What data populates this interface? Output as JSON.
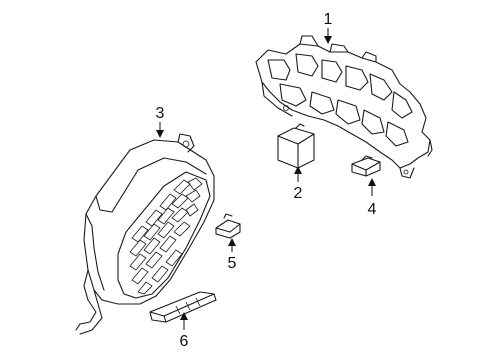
{
  "diagram": {
    "callouts": [
      {
        "id": "1",
        "label": "1",
        "part": "fuse-relay-block"
      },
      {
        "id": "2",
        "label": "2",
        "part": "relay"
      },
      {
        "id": "3",
        "label": "3",
        "part": "fuse-box-cover"
      },
      {
        "id": "4",
        "label": "4",
        "part": "fuse"
      },
      {
        "id": "5",
        "label": "5",
        "part": "mini-fuse"
      },
      {
        "id": "6",
        "label": "6",
        "part": "fuse-puller"
      }
    ]
  }
}
